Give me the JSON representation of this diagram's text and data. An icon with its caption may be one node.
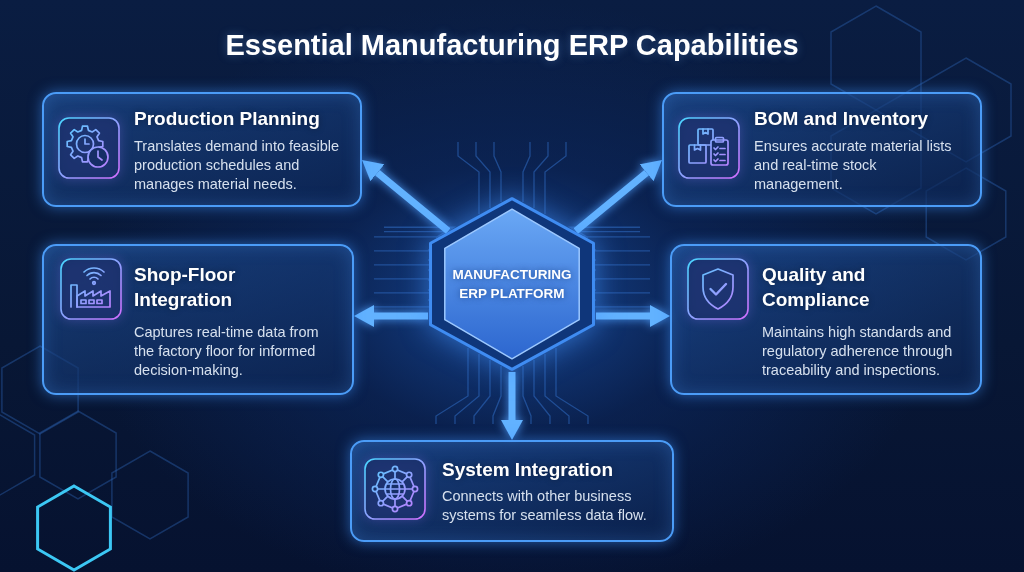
{
  "diagram": {
    "title": "Essential Manufacturing ERP Capabilities",
    "nodes": [
      {
        "text": [
          "MANUFACTURING ERP PLATFORM"
        ]
      },
      {
        "text": [
          "Production Planning",
          "Translates demand into feasible production schedules and manages material needs."
        ]
      },
      {
        "text": [
          "BOM and Inventory",
          "Ensures accurate material lists and real-time stock management."
        ]
      },
      {
        "text": [
          "Shop-Floor Integration",
          "Captures real-time data from the factory floor for informed decision-making."
        ]
      },
      {
        "text": [
          "Quality and Compliance",
          "Maintains high standards and regulatory adherence through traceability and inspections."
        ]
      },
      {
        "text": [
          "System Integration",
          "Connects with other business systems for seamless data flow."
        ]
      }
    ],
    "edges": [
      {
        "from": 0,
        "to": 1,
        "arrow": "to"
      },
      {
        "from": 0,
        "to": 2,
        "arrow": "to"
      },
      {
        "from": 0,
        "to": 3,
        "arrow": "to"
      },
      {
        "from": 0,
        "to": 4,
        "arrow": "to"
      },
      {
        "from": 0,
        "to": 5,
        "arrow": "to"
      }
    ]
  }
}
